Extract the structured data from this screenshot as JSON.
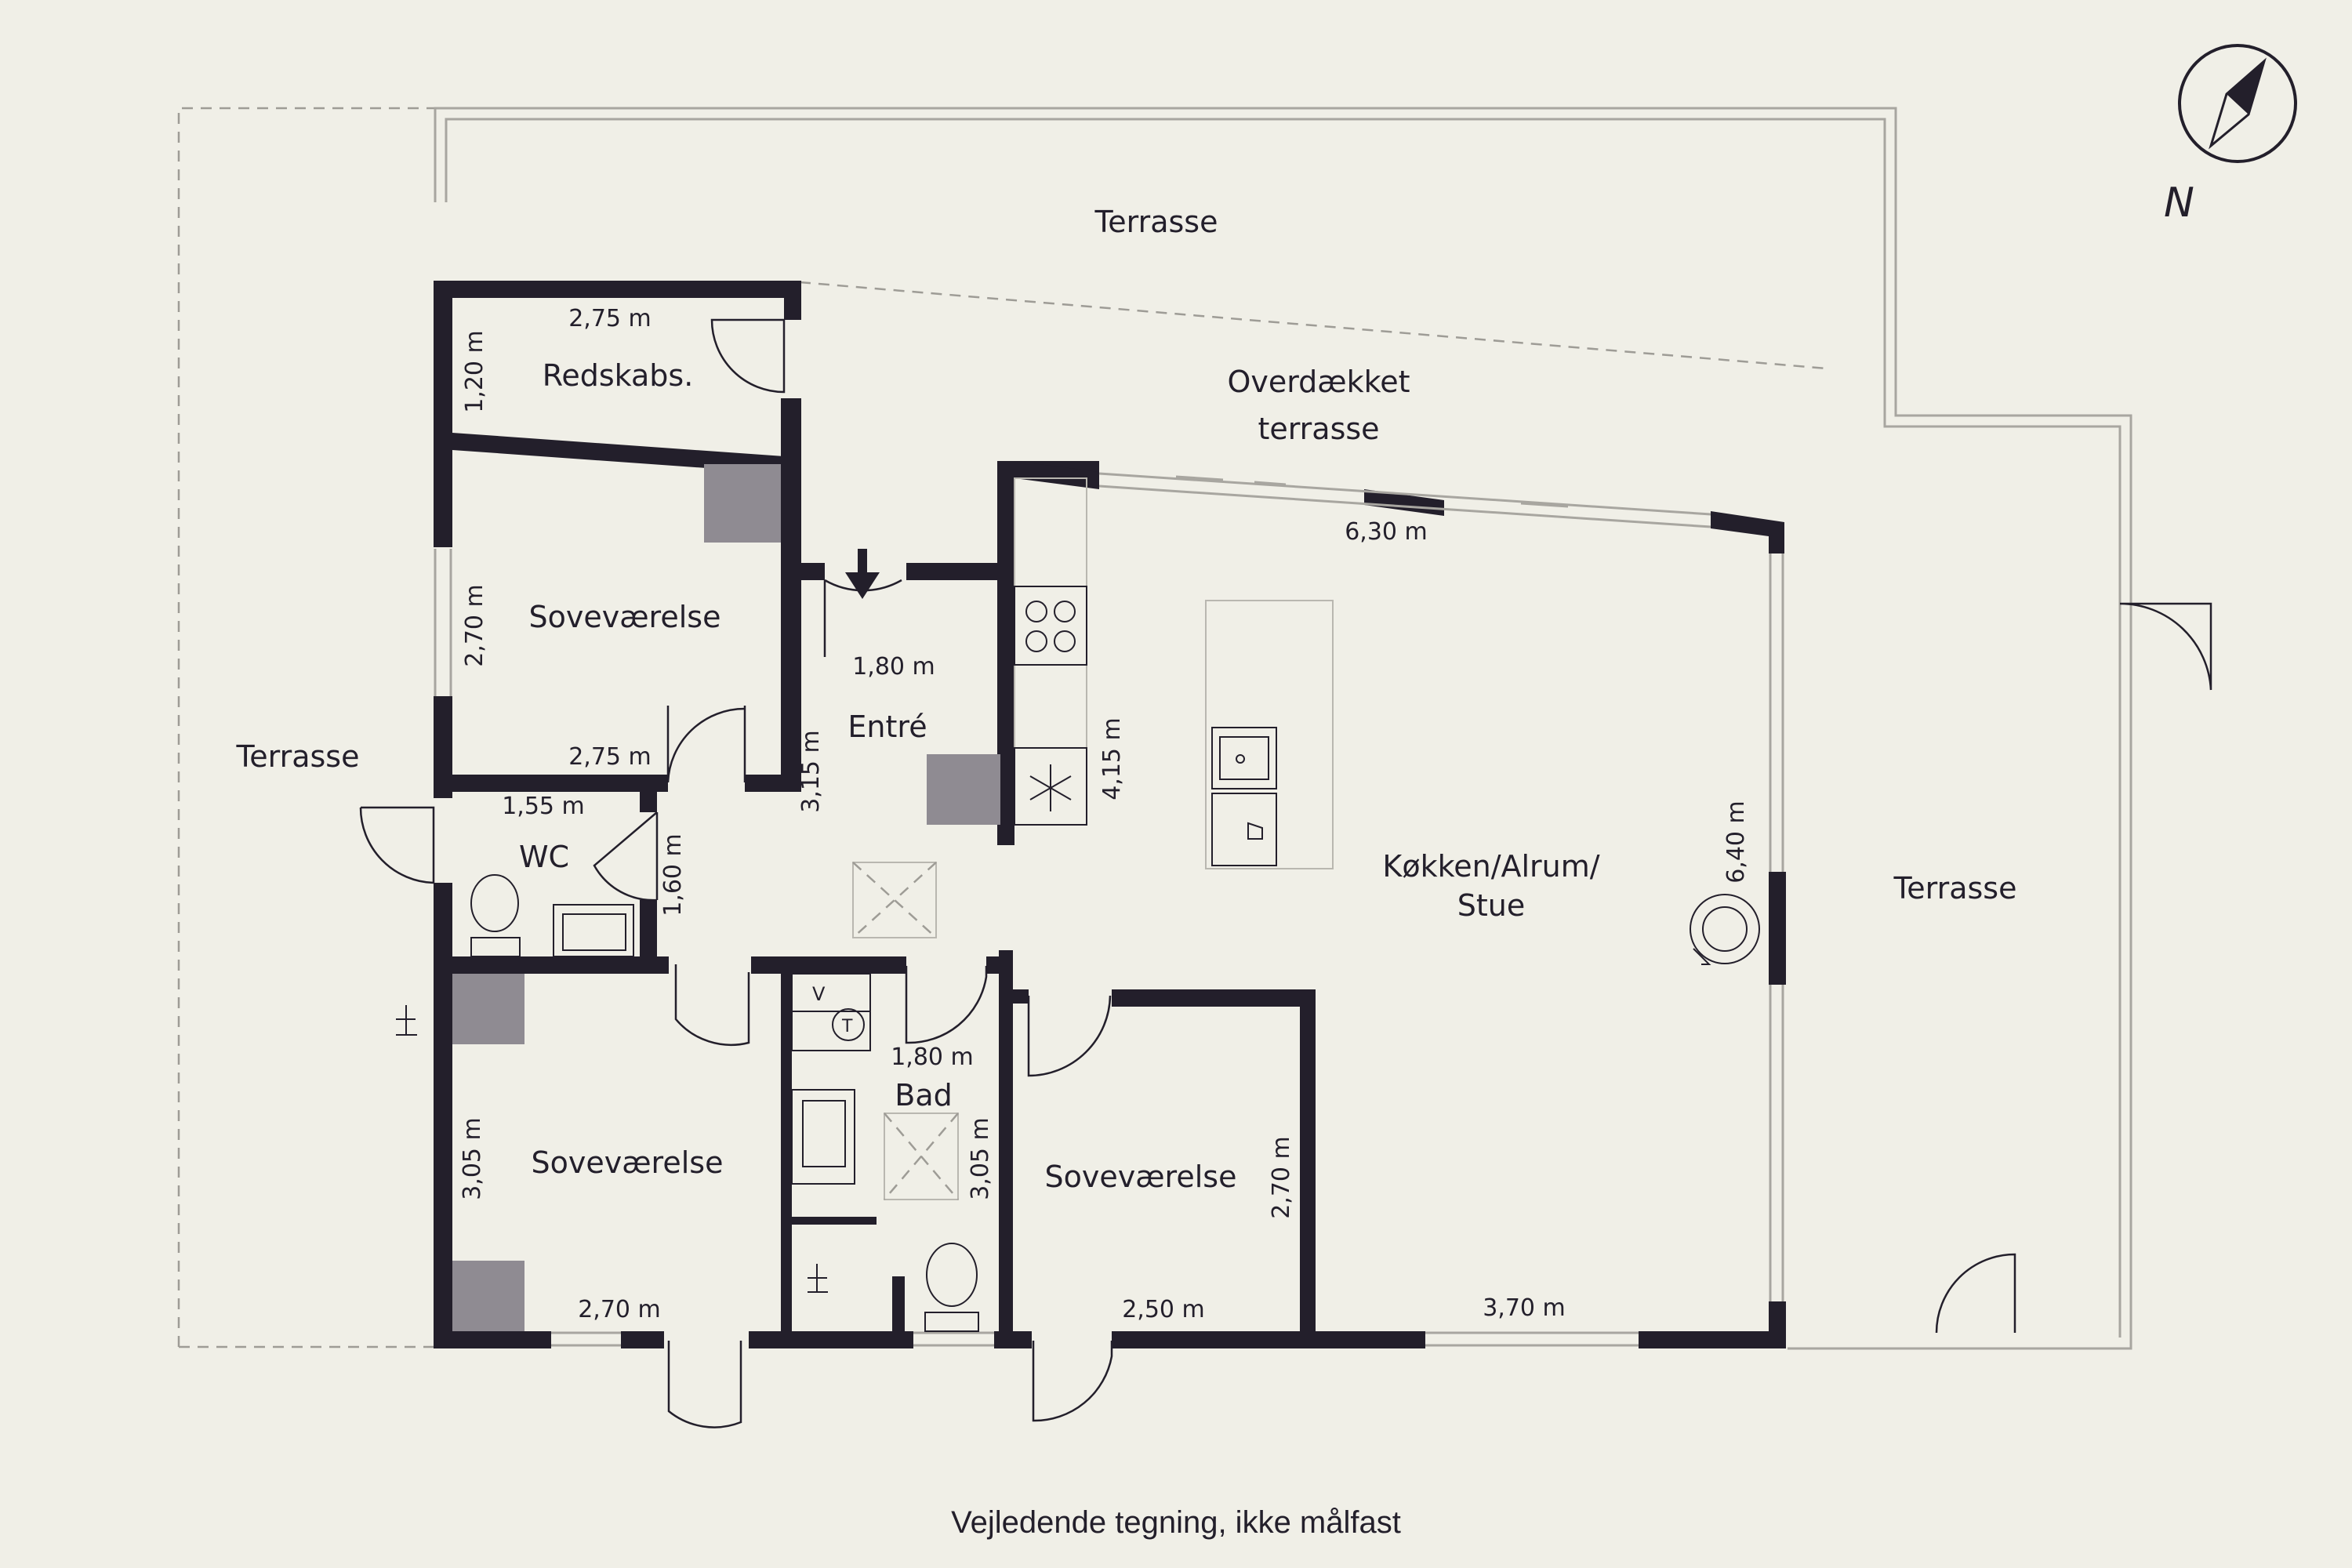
{
  "colors": {
    "background": "#f0efe7",
    "wall": "#231f2b",
    "grey_block": "#8f8b92"
  },
  "rooms": {
    "terrasse_top": "Terrasse",
    "terrasse_left": "Terrasse",
    "terrasse_right": "Terrasse",
    "overdaekket_1": "Overdækket",
    "overdaekket_2": "terrasse",
    "redskabs": "Redskabs.",
    "sovevaerelse_1": "Soveværelse",
    "sovevaerelse_2": "Soveværelse",
    "sovevaerelse_3": "Soveværelse",
    "wc": "WC",
    "entre": "Entré",
    "bad": "Bad",
    "kokken_1": "Køkken/Alrum/",
    "kokken_2": "Stue"
  },
  "dimensions": {
    "redskabs_w": "2,75 m",
    "redskabs_h": "1,20 m",
    "sov1_h": "2,70 m",
    "sov1_w": "2,75 m",
    "wc_w": "1,55 m",
    "wc_h": "1,60 m",
    "entre_w": "1,80 m",
    "entre_h": "3,15 m",
    "kitchen_h": "4,15 m",
    "overdaekket_w": "6,30 m",
    "stue_h": "6,40 m",
    "sov2_h": "3,05 m",
    "sov2_w": "2,70 m",
    "bad_w": "1,80 m",
    "bad_h": "3,05 m",
    "sov3_h": "2,70 m",
    "sov3_w": "2,50 m",
    "stue_w": "3,70 m"
  },
  "fixtures": {
    "washer": "V",
    "dryer": "T"
  },
  "compass": {
    "label": "N",
    "icon": "compass-icon"
  },
  "footer": {
    "note": "Vejledende tegning, ikke målfast"
  }
}
